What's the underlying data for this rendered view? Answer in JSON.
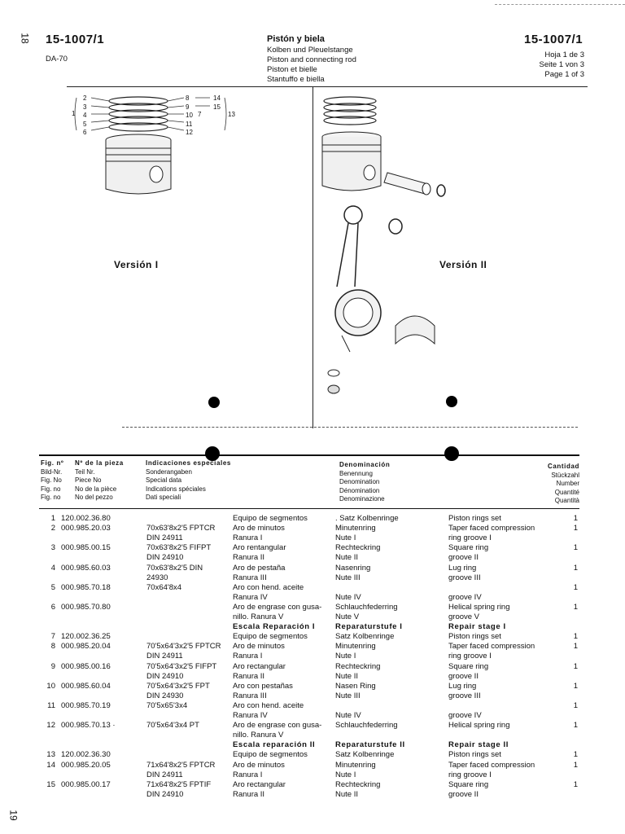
{
  "header": {
    "part_number": "15-1007/1",
    "model": "DA-70",
    "titles": [
      "Pistón y biela",
      "Kolben und Pleuelstange",
      "Piston and connecting rod",
      "Piston et bielle",
      "Stantuffo e biella"
    ],
    "page_info": [
      "Hoja 1 de 3",
      "Seite 1 von 3",
      "Page 1 of 3"
    ],
    "side_page_top": "18",
    "side_page_bottom": "19"
  },
  "figure": {
    "version_1": "Versión I",
    "version_2": "Versión II",
    "callouts_left": [
      "2",
      "3",
      "4",
      "5",
      "6"
    ],
    "callouts_right": [
      "8",
      "9",
      "10",
      "11",
      "12"
    ],
    "callouts_far": [
      "14",
      "15"
    ],
    "callout_1": "1",
    "callout_7": "7",
    "callout_13": "13"
  },
  "table_header": {
    "fig": [
      "Fig. nº",
      "Bild-Nr.",
      "Fig. No",
      "Fig. no",
      "Fig. no"
    ],
    "part": [
      "Nº de la pieza",
      "Teil Nr.",
      "Piece No",
      "No de la pièce",
      "No del pezzo"
    ],
    "spec": [
      "Indicaciones especiales",
      "Sonderangaben",
      "Special data",
      "Indications spéciales",
      "Dati speciali"
    ],
    "desc": [
      "Denominación",
      "Benennung",
      "Denomination",
      "Dénomination",
      "Denominazione"
    ],
    "qty": [
      "Cantidad",
      "Stückzahl",
      "Number",
      "Quantité",
      "Quantità"
    ]
  },
  "rows": [
    {
      "fig": "1",
      "part": "120.002.36.80",
      "spec": "",
      "es": "Equipo de segmentos",
      "de": ". Satz Kolbenringe",
      "en": "Piston rings set",
      "qty": "1"
    },
    {
      "fig": "2",
      "part": "000.985.20.03",
      "spec": "70x63'8x2'5 FPTCR",
      "es": "Aro de minutos",
      "de": "Minutenring",
      "en": "Taper faced compression",
      "qty": "1"
    },
    {
      "fig": "",
      "part": "",
      "spec": "DIN 24911",
      "es": "Ranura I",
      "de": "Nute I",
      "en": "ring groove I",
      "qty": ""
    },
    {
      "fig": "3",
      "part": "000.985.00.15",
      "spec": "70x63'8x2'5 FIFPT",
      "es": "Aro rentangular",
      "de": "Rechteckring",
      "en": "Square ring",
      "qty": "1"
    },
    {
      "fig": "",
      "part": "",
      "spec": "DIN 24910",
      "es": "Ranura II",
      "de": "Nute II",
      "en": "groove II",
      "qty": ""
    },
    {
      "fig": "4",
      "part": "000.985.60.03",
      "spec": "70x63'8x2'5 DIN",
      "es": "Aro de pestaña",
      "de": "Nasenring",
      "en": "Lug ring",
      "qty": "1"
    },
    {
      "fig": "",
      "part": "",
      "spec": "24930",
      "es": "Ranura III",
      "de": "Nute III",
      "en": "groove III",
      "qty": ""
    },
    {
      "fig": "5",
      "part": "000.985.70.18",
      "spec": "70x64'8x4",
      "es": "Aro con hend. aceite",
      "de": "",
      "en": "",
      "qty": "1"
    },
    {
      "fig": "",
      "part": "",
      "spec": "",
      "es": "Ranura IV",
      "de": "Nute IV",
      "en": "groove IV",
      "qty": ""
    },
    {
      "fig": "6",
      "part": "000.985.70.80",
      "spec": "",
      "es": "Aro de engrase con gusa-",
      "de": "Schlauchfederring",
      "en": "Helical spring ring",
      "qty": "1"
    },
    {
      "fig": "",
      "part": "",
      "spec": "",
      "es": "nillo. Ranura V",
      "de": "Nute V",
      "en": "groove V",
      "qty": ""
    },
    {
      "fig": "",
      "part": "",
      "spec": "",
      "es": "Escala Reparación I",
      "de": "Reparaturstufe I",
      "en": "Repair stage I",
      "qty": "",
      "bold": true
    },
    {
      "fig": "7",
      "part": "120.002.36.25",
      "spec": "",
      "es": "Equipo de segmentos",
      "de": "Satz Kolbenringe",
      "en": "Piston rings set",
      "qty": "1"
    },
    {
      "fig": "8",
      "part": "000.985.20.04",
      "spec": "70'5x64'3x2'5 FPTCR",
      "es": "Aro de minutos",
      "de": "Minutenring",
      "en": "Taper faced compression",
      "qty": "1"
    },
    {
      "fig": "",
      "part": "",
      "spec": "DIN 24911",
      "es": "Ranura I",
      "de": "Nute I",
      "en": "ring groove I",
      "qty": ""
    },
    {
      "fig": "9",
      "part": "000.985.00.16",
      "spec": "70'5x64'3x2'5 FIFPT",
      "es": "Aro rectangular",
      "de": "Rechteckring",
      "en": "Square ring",
      "qty": "1"
    },
    {
      "fig": "",
      "part": "",
      "spec": "DIN 24910",
      "es": "Ranura II",
      "de": "Nute II",
      "en": "groove II",
      "qty": ""
    },
    {
      "fig": "10",
      "part": "000.985.60.04",
      "spec": "70'5x64'3x2'5 FPT",
      "es": "Aro con pestañas",
      "de": "Nasen Ring",
      "en": "Lug ring",
      "qty": "1"
    },
    {
      "fig": "",
      "part": "",
      "spec": "DIN 24930",
      "es": "Ranura III",
      "de": "Nute III",
      "en": "groove III",
      "qty": ""
    },
    {
      "fig": "11",
      "part": "000.985.70.19",
      "spec": "70'5x65'3x4",
      "es": "Aro con hend. aceite",
      "de": "",
      "en": "",
      "qty": "1"
    },
    {
      "fig": "",
      "part": "",
      "spec": "",
      "es": "Ranura IV",
      "de": "Nute IV",
      "en": "groove IV",
      "qty": ""
    },
    {
      "fig": "12",
      "part": "000.985.70.13 ·",
      "spec": "70'5x64'3x4 PT",
      "es": "Aro de engrase con gusa-",
      "de": "Schlauchfederring",
      "en": "Helical spring ring",
      "qty": "1"
    },
    {
      "fig": "",
      "part": "",
      "spec": "",
      "es": "nillo. Ranura V",
      "de": "",
      "en": "",
      "qty": ""
    },
    {
      "fig": "",
      "part": "",
      "spec": "",
      "es": "Escala reparación II",
      "de": "Reparaturstufe II",
      "en": "Repair stage II",
      "qty": "",
      "bold": true
    },
    {
      "fig": "13",
      "part": "120.002.36.30",
      "spec": "",
      "es": "Equipo de segmentos",
      "de": "Satz Kolbenringe",
      "en": "Piston rings set",
      "qty": "1"
    },
    {
      "fig": "14",
      "part": "000.985.20.05",
      "spec": "71x64'8x2'5 FPTCR",
      "es": "Aro de minutos",
      "de": "Minutenring",
      "en": "Taper faced compression",
      "qty": "1"
    },
    {
      "fig": "",
      "part": "",
      "spec": "DIN 24911",
      "es": "Ranura I",
      "de": "Nute I",
      "en": "ring groove I",
      "qty": ""
    },
    {
      "fig": "15",
      "part": "000.985.00.17",
      "spec": "71x64'8x2'5 FPTIF",
      "es": "Aro rectangular",
      "de": "Rechteckring",
      "en": "Square ring",
      "qty": "1"
    },
    {
      "fig": "",
      "part": "",
      "spec": "DIN 24910",
      "es": "Ranura II",
      "de": "Nute II",
      "en": "groove II",
      "qty": ""
    }
  ]
}
